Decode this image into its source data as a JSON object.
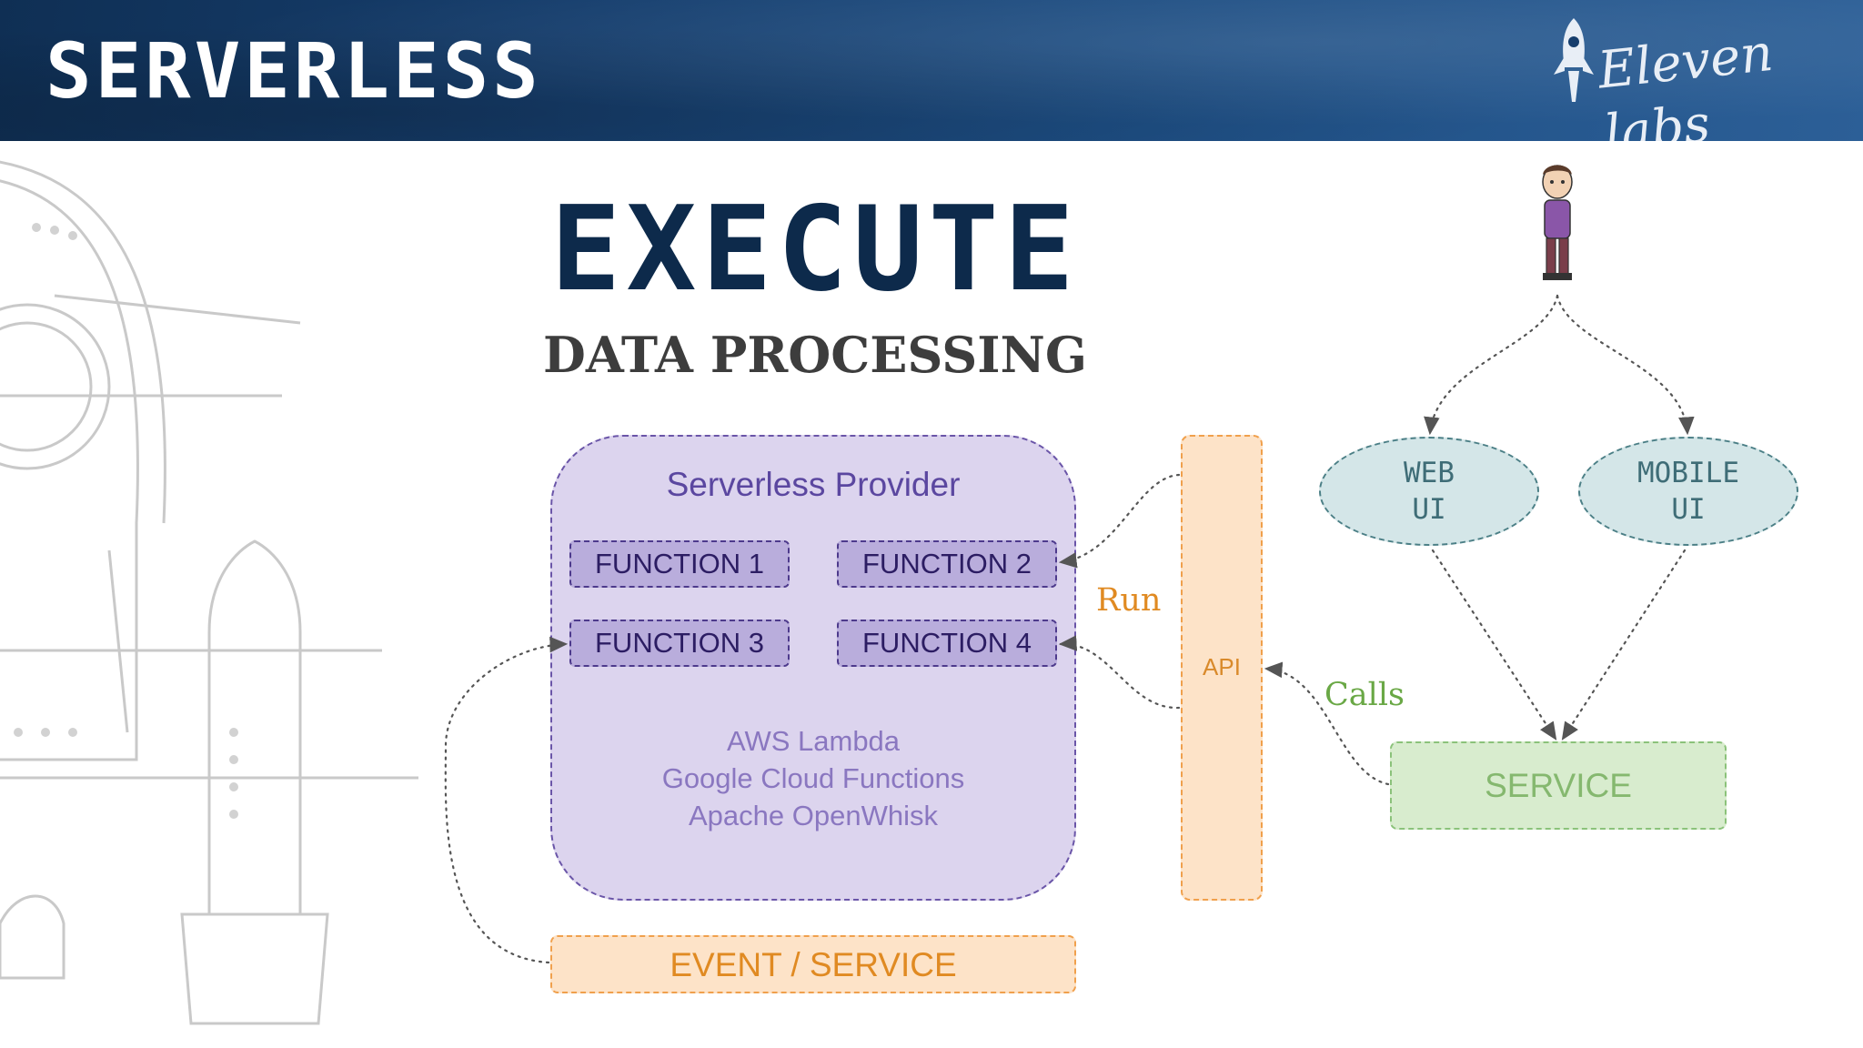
{
  "header": {
    "title": "SERVERLESS",
    "logo_text": "Eleven labs"
  },
  "slide": {
    "title": "EXECUTE",
    "subtitle": "DATA PROCESSING"
  },
  "provider": {
    "label": "Serverless Provider",
    "functions": [
      "FUNCTION 1",
      "FUNCTION 2",
      "FUNCTION 3",
      "FUNCTION 4"
    ],
    "examples": [
      "AWS Lambda",
      "Google Cloud Functions",
      "Apache OpenWhisk"
    ]
  },
  "api": {
    "label": "API"
  },
  "event": {
    "label": "EVENT / SERVICE"
  },
  "clients": {
    "web": {
      "line1": "WEB",
      "line2": "UI"
    },
    "mobile": {
      "line1": "MOBILE",
      "line2": "UI"
    }
  },
  "service": {
    "label": "SERVICE"
  },
  "edges": {
    "run": "Run",
    "calls": "Calls"
  },
  "colors": {
    "header_bg": "#163e6d",
    "title": "#0d2a4b",
    "provider_fill": "#dcd4ee",
    "provider_border": "#6a55a8",
    "function_fill": "#b9addc",
    "api_fill": "#fde3c8",
    "api_border": "#f0a04c",
    "ellipse_fill": "#d4e6e8",
    "service_fill": "#d8ecce",
    "service_border": "#8bc27a"
  }
}
